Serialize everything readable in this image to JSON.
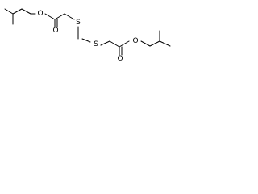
{
  "structure": {
    "atom_labels": {
      "o_ester_left": "O",
      "o_carbonyl_left": "O",
      "s_left": "S",
      "s_right": "S",
      "o_carbonyl_right": "O",
      "o_ester_right": "O"
    }
  }
}
